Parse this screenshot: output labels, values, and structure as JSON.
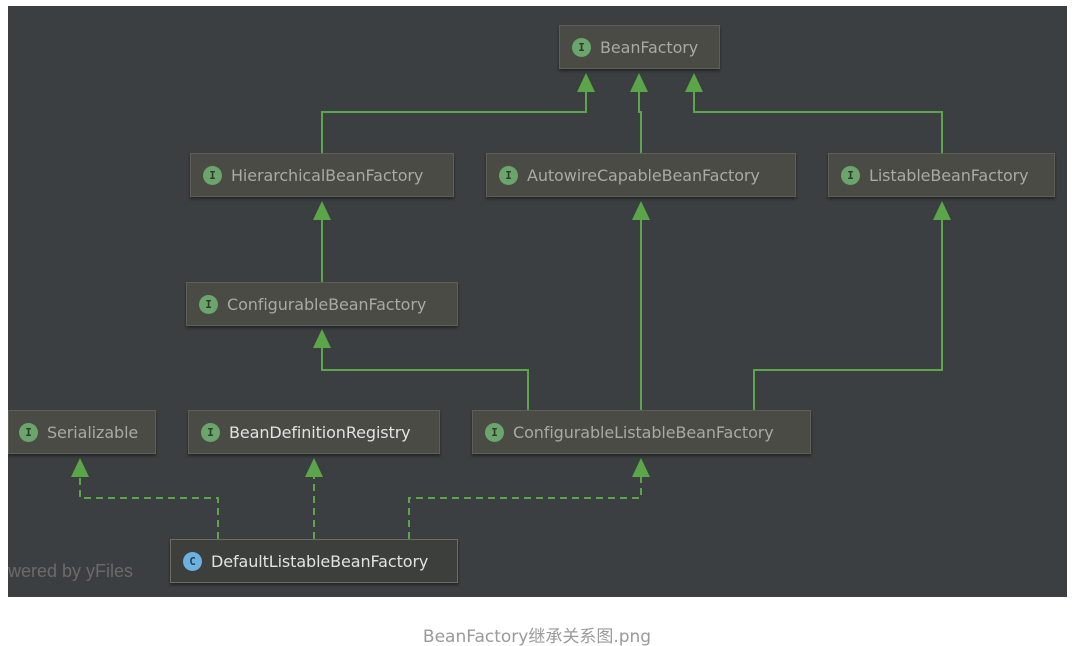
{
  "diagram": {
    "colors": {
      "background": "#3c3f41",
      "node_fill": "#4a4b44",
      "edge": "#5aa649",
      "interface_badge": "#6aa56b",
      "class_badge": "#6bb2e0"
    },
    "nodes": [
      {
        "id": "BeanFactory",
        "kind": "interface",
        "badge": "I",
        "label": "BeanFactory"
      },
      {
        "id": "HierarchicalBeanFactory",
        "kind": "interface",
        "badge": "I",
        "label": "HierarchicalBeanFactory"
      },
      {
        "id": "AutowireCapableBeanFactory",
        "kind": "interface",
        "badge": "I",
        "label": "AutowireCapableBeanFactory"
      },
      {
        "id": "ListableBeanFactory",
        "kind": "interface",
        "badge": "I",
        "label": "ListableBeanFactory"
      },
      {
        "id": "ConfigurableBeanFactory",
        "kind": "interface",
        "badge": "I",
        "label": "ConfigurableBeanFactory"
      },
      {
        "id": "Serializable",
        "kind": "interface",
        "badge": "I",
        "label": "Serializable"
      },
      {
        "id": "BeanDefinitionRegistry",
        "kind": "interface",
        "badge": "I",
        "label": "BeanDefinitionRegistry"
      },
      {
        "id": "ConfigurableListableBeanFactory",
        "kind": "interface",
        "badge": "I",
        "label": "ConfigurableListableBeanFactory"
      },
      {
        "id": "DefaultListableBeanFactory",
        "kind": "class",
        "badge": "C",
        "label": "DefaultListableBeanFactory"
      }
    ],
    "edges": [
      {
        "from": "HierarchicalBeanFactory",
        "to": "BeanFactory",
        "style": "extends"
      },
      {
        "from": "AutowireCapableBeanFactory",
        "to": "BeanFactory",
        "style": "extends"
      },
      {
        "from": "ListableBeanFactory",
        "to": "BeanFactory",
        "style": "extends"
      },
      {
        "from": "ConfigurableBeanFactory",
        "to": "HierarchicalBeanFactory",
        "style": "extends"
      },
      {
        "from": "ConfigurableListableBeanFactory",
        "to": "ConfigurableBeanFactory",
        "style": "extends"
      },
      {
        "from": "ConfigurableListableBeanFactory",
        "to": "AutowireCapableBeanFactory",
        "style": "extends"
      },
      {
        "from": "ConfigurableListableBeanFactory",
        "to": "ListableBeanFactory",
        "style": "extends"
      },
      {
        "from": "DefaultListableBeanFactory",
        "to": "Serializable",
        "style": "implements"
      },
      {
        "from": "DefaultListableBeanFactory",
        "to": "BeanDefinitionRegistry",
        "style": "implements"
      },
      {
        "from": "DefaultListableBeanFactory",
        "to": "ConfigurableListableBeanFactory",
        "style": "implements"
      }
    ],
    "watermark": "owered by yFiles"
  },
  "caption": "BeanFactory继承关系图.png"
}
